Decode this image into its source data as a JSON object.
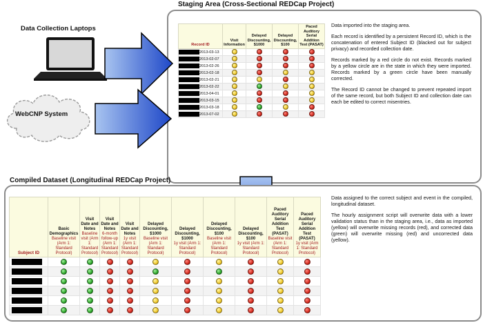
{
  "staging": {
    "title": "Staging Area (Cross-Sectional REDCap Project)",
    "headers": [
      "Record ID",
      "Visit Information",
      "Delayed Discounting, $1000",
      "Delayed Discounting, $100",
      "Paced Auditory Serial Addition Test (PASAT)"
    ],
    "rows": [
      {
        "date": "2013-03-13",
        "s": [
          "yellow",
          "red",
          "red",
          "red"
        ]
      },
      {
        "date": "2013-02-07",
        "s": [
          "yellow",
          "red",
          "red",
          "red"
        ]
      },
      {
        "date": "2013-02-26",
        "s": [
          "yellow",
          "red",
          "red",
          "red"
        ]
      },
      {
        "date": "2013-02-18",
        "s": [
          "yellow",
          "red",
          "yellow",
          "yellow"
        ]
      },
      {
        "date": "2013-02-21",
        "s": [
          "yellow",
          "yellow",
          "red",
          "yellow"
        ]
      },
      {
        "date": "2013-02-22",
        "s": [
          "yellow",
          "green",
          "yellow",
          "yellow"
        ]
      },
      {
        "date": "2013-04-01",
        "s": [
          "yellow",
          "red",
          "red",
          "yellow"
        ]
      },
      {
        "date": "2013-03-15",
        "s": [
          "yellow",
          "red",
          "red",
          "yellow"
        ]
      },
      {
        "date": "2013-03-18",
        "s": [
          "yellow",
          "green",
          "yellow",
          "red"
        ]
      },
      {
        "date": "2013-07-02",
        "s": [
          "yellow",
          "red",
          "red",
          "red"
        ]
      }
    ],
    "description": [
      "Data imported into the staging area.",
      "Each record is identified by a persistent Record ID, which is the concatenation of entered Subject ID (blacked out for subject privacy) and recorded collection date.",
      "Records marked by a red circle do not exist. Records marked by a yellow circle are in the state in which they were imported. Records marked by a green circle have been manually corrected.",
      "The Record ID cannot be changed to prevent repeated import of the same record, but both Subject ID and collection date can each be edited to correct misentries."
    ]
  },
  "sources": {
    "laptops": "Data Collection Laptops",
    "webcnp": "WebCNP System"
  },
  "compiled": {
    "title": "Compiled Dataset (Longitudinal REDCap Project)",
    "subject_header": "Subject ID",
    "headers": [
      {
        "name": "Basic Demographics",
        "event": "Baseline visit (Arm 1: Standard Protocol)"
      },
      {
        "name": "Visit Date and Notes",
        "event": "Baseline visit (Arm 1: Standard Protocol)"
      },
      {
        "name": "Visit Date and Notes",
        "event": "6-month follow-up (Arm 1: Standard Protocol)"
      },
      {
        "name": "Visit Date and Notes",
        "event": "1y visit (Arm 1: Standard Protocol)"
      },
      {
        "name": "Delayed Discounting, $1000",
        "event": "Baseline visit (Arm 1: Standard Protocol)"
      },
      {
        "name": "Delayed Discounting, $1000",
        "event": "1y visit (Arm 1: Standard Protocol)"
      },
      {
        "name": "Delayed Discounting, $100",
        "event": "Baseline visit (Arm 1: Standard Protocol)"
      },
      {
        "name": "Delayed Discounting, $100",
        "event": "1y visit (Arm 1: Standard Protocol)"
      },
      {
        "name": "Paced Auditory Serial Addition Test (PASAT)",
        "event": "Baseline visit (Arm 1: Standard Protocol)"
      },
      {
        "name": "Paced Auditory Serial Addition Test (PASAT)",
        "event": "1y visit (Arm 1: Standard Protocol)"
      }
    ],
    "rows": [
      [
        "green",
        "green",
        "red",
        "red",
        "yellow",
        "red",
        "yellow",
        "red",
        "yellow",
        "red"
      ],
      [
        "green",
        "green",
        "red",
        "red",
        "green",
        "red",
        "green",
        "red",
        "yellow",
        "red"
      ],
      [
        "green",
        "green",
        "red",
        "red",
        "yellow",
        "red",
        "yellow",
        "red",
        "yellow",
        "red"
      ],
      [
        "green",
        "green",
        "red",
        "red",
        "yellow",
        "red",
        "yellow",
        "red",
        "yellow",
        "red"
      ],
      [
        "green",
        "green",
        "red",
        "red",
        "yellow",
        "red",
        "yellow",
        "red",
        "yellow",
        "red"
      ],
      [
        "green",
        "green",
        "red",
        "red",
        "yellow",
        "red",
        "yellow",
        "red",
        "yellow",
        "red"
      ]
    ],
    "description": [
      "Data assigned to the correct subject and event in the compiled, longitudinal dataset.",
      "The hourly assignment script will overwrite data with a lower validation status than in the staging area, i.e., data as imported (yellow) will overwrite missing records (red), and corrected data (green) will overwrite missing (red) and uncorrected data (yellow)."
    ]
  }
}
